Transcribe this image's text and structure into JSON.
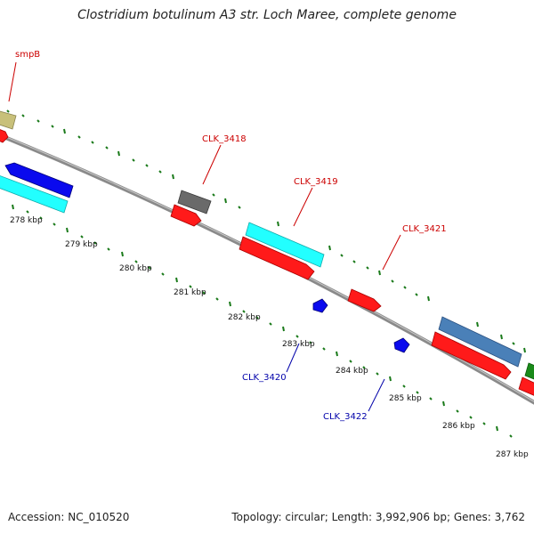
{
  "title": "Clostridium botulinum A3 str. Loch Maree, complete genome",
  "footer": {
    "accession": "Accession: NC_010520",
    "summary": "Topology: circular; Length: 3,992,906 bp; Genes: 3,762"
  },
  "scale": {
    "unit": "kbp",
    "ticks": [
      "278 kbp",
      "279 kbp",
      "280 kbp",
      "281 kbp",
      "282 kbp",
      "283 kbp",
      "284 kbp",
      "285 kbp",
      "286 kbp",
      "287 kbp"
    ]
  },
  "gene_labels": [
    {
      "name": "smpB",
      "strand": "forward"
    },
    {
      "name": "CLK_3418",
      "strand": "forward"
    },
    {
      "name": "CLK_3419",
      "strand": "forward"
    },
    {
      "name": "CLK_3421",
      "strand": "forward"
    },
    {
      "name": "CLK_3420",
      "strand": "reverse"
    },
    {
      "name": "CLK_3422",
      "strand": "reverse"
    }
  ],
  "colors": {
    "forward_label": "#cc0000",
    "reverse_label": "#0000aa",
    "backbone": "#8a8a8a",
    "ticks": "#1a7a1a",
    "cds_red": "#ff1a1a",
    "blue": "#0a0aee",
    "cyan": "#22ffff",
    "olive": "#c8c07a",
    "gray": "#6a6a6a",
    "steelblue": "#4a80b8",
    "green": "#1a8a1a"
  }
}
